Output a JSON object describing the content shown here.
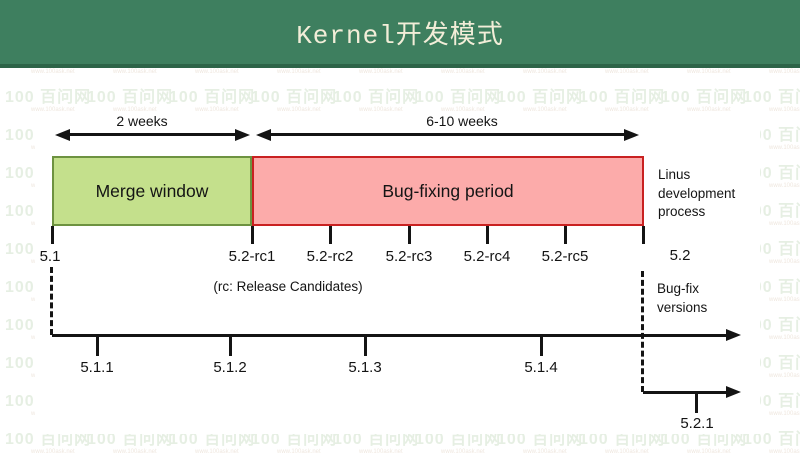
{
  "header": {
    "title": "Kernel开发模式"
  },
  "watermark": {
    "logo": "100 百问网",
    "url": "www.100ask.net"
  },
  "duration_arrows": {
    "merge": "2 weeks",
    "bugfix": "6-10 weeks"
  },
  "phases": {
    "merge_window": "Merge window",
    "bugfix_period": "Bug-fixing period"
  },
  "annotations": {
    "linus_line1": "Linus",
    "linus_line2": "development",
    "linus_line3": "process",
    "rc_note": "(rc: Release Candidates)",
    "bugfix_line1": "Bug-fix",
    "bugfix_line2": "versions"
  },
  "release_ticks": [
    "5.1",
    "5.2-rc1",
    "5.2-rc2",
    "5.2-rc3",
    "5.2-rc4",
    "5.2-rc5",
    "5.2"
  ],
  "bugfix_ticks": [
    "5.1.1",
    "5.1.2",
    "5.1.3",
    "5.1.4"
  ],
  "next_bugfix_tick": "5.2.1",
  "colors": {
    "header_green": "#3e7f5f",
    "merge_fill": "#c4e08c",
    "merge_border": "#6d9240",
    "bugfix_fill": "#fcabaa",
    "bugfix_border": "#c92121",
    "ink": "#141414"
  }
}
